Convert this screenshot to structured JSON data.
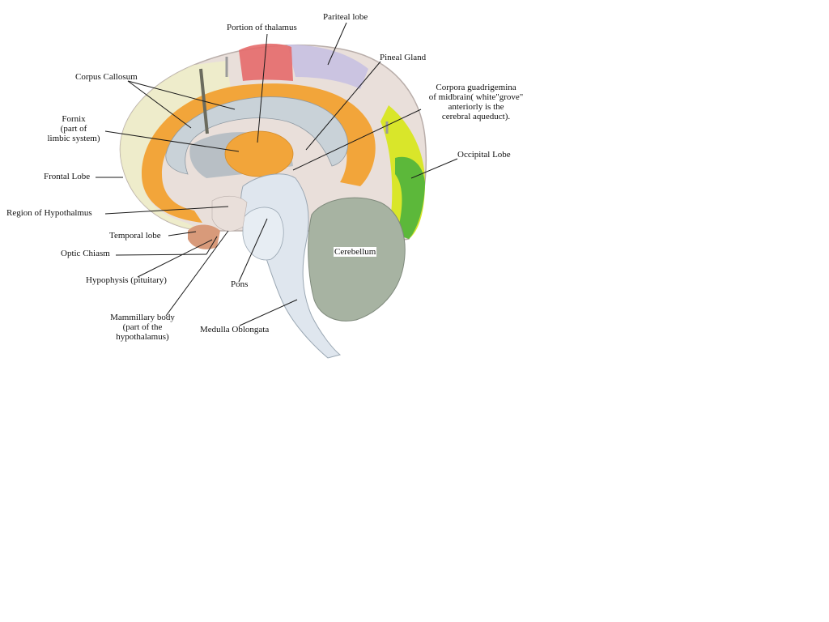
{
  "labels": {
    "portion_of_thalamus": "Portion of thalamus",
    "parietal_lobe": "Pariteal lobe",
    "pineal_gland": "Pineal Gland",
    "corpus_callosum": "Corpus Callosum",
    "corpora_l1": "Corpora guadrigemina",
    "corpora_l2": "of midbrain( white\"grove\"",
    "corpora_l3": "anteriorly is the",
    "corpora_l4": "cerebral aqueduct).",
    "fornix_l1": "Fornix",
    "fornix_l2": "(part of",
    "fornix_l3": "limbic system)",
    "occipital_lobe": "Occipital Lobe",
    "frontal_lobe": "Frontal Lobe",
    "hypothalmus": "Region of Hypothalmus",
    "temporal_lobe": "Temporal lobe",
    "cerebellum": "Cerebellum",
    "optic_chiasm": "Optic Chiasm",
    "hypophysis": "Hypophysis (pituitary)",
    "pons": "Pons",
    "mammillary_l1": "Mammillary body",
    "mammillary_l2": "(part of the",
    "mammillary_l3": "hypothalamus)",
    "medulla": "Medulla Oblongata"
  },
  "colors": {
    "cortex_outer": "#e9dfda",
    "limbic_orange": "#f2a53a",
    "callosum_gray": "#c9d2d8",
    "brainstem_blue": "#dfe6ee",
    "cerebellum_green": "#a7b3a2",
    "occipital_green": "#5cb83a",
    "occipital_yellow": "#d9e62a",
    "parietal_lavender": "#c9c2e2",
    "thalamus_red": "#e56a6a",
    "frontal_yellowish": "#efeec8"
  }
}
